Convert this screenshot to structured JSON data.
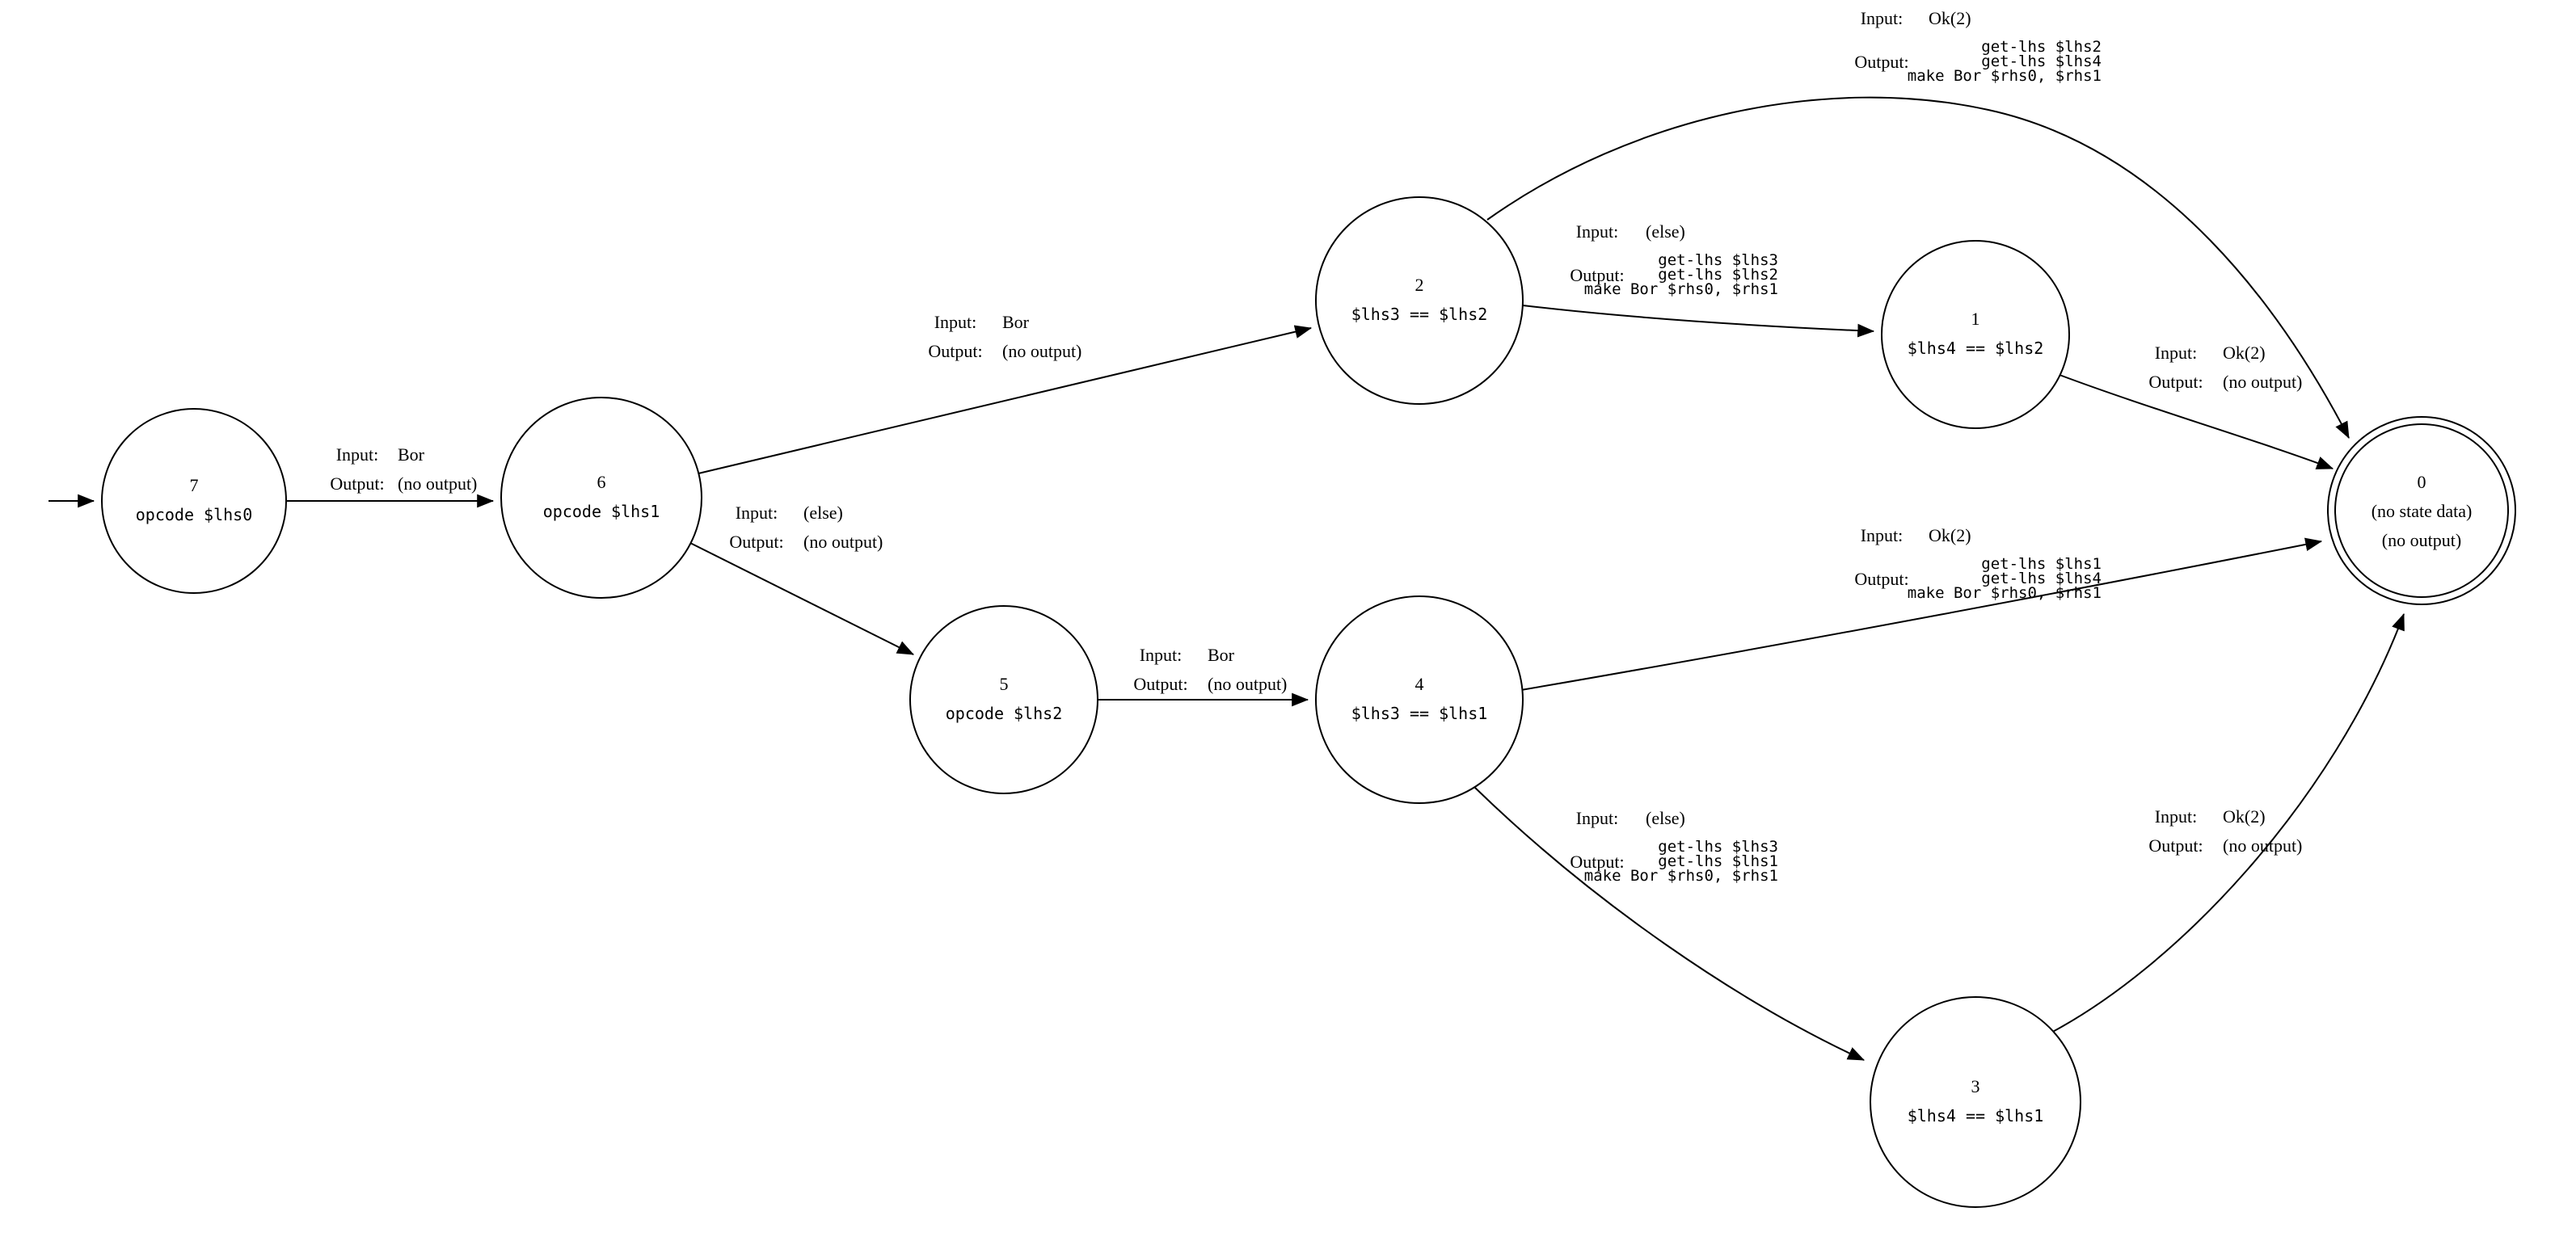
{
  "diagram": {
    "ui": {
      "input_label": "Input:",
      "output_label": "Output:"
    },
    "nodes": {
      "n7": {
        "num": "7",
        "code": "opcode $lhs0"
      },
      "n6": {
        "num": "6",
        "code": "opcode $lhs1"
      },
      "n5": {
        "num": "5",
        "code": "opcode $lhs2"
      },
      "n2": {
        "num": "2",
        "code": "$lhs3 == $lhs2"
      },
      "n1": {
        "num": "1",
        "code": "$lhs4 == $lhs2"
      },
      "n4": {
        "num": "4",
        "code": "$lhs3 == $lhs1"
      },
      "n3": {
        "num": "3",
        "code": "$lhs4 == $lhs1"
      },
      "n0": {
        "num": "0",
        "state_data": "(no state data)",
        "output": "(no output)"
      }
    },
    "edges": {
      "e7_6": {
        "from": "7",
        "to": "6",
        "input": "Bor",
        "output": [
          "(no output)"
        ]
      },
      "e6_2": {
        "from": "6",
        "to": "2",
        "input": "Bor",
        "output": [
          "(no output)"
        ]
      },
      "e6_5": {
        "from": "6",
        "to": "5",
        "input": "(else)",
        "output": [
          "(no output)"
        ]
      },
      "e2_0": {
        "from": "2",
        "to": "0",
        "input": "Ok(2)",
        "output": [
          "get-lhs $lhs2",
          "get-lhs $lhs4",
          "make Bor $rhs0, $rhs1"
        ]
      },
      "e2_1": {
        "from": "2",
        "to": "1",
        "input": "(else)",
        "output": [
          "get-lhs $lhs3",
          "get-lhs $lhs2",
          "make Bor $rhs0, $rhs1"
        ]
      },
      "e1_0": {
        "from": "1",
        "to": "0",
        "input": "Ok(2)",
        "output": [
          "(no output)"
        ]
      },
      "e5_4": {
        "from": "5",
        "to": "4",
        "input": "Bor",
        "output": [
          "(no output)"
        ]
      },
      "e4_0": {
        "from": "4",
        "to": "0",
        "input": "Ok(2)",
        "output": [
          "get-lhs $lhs1",
          "get-lhs $lhs4",
          "make Bor $rhs0, $rhs1"
        ]
      },
      "e4_3": {
        "from": "4",
        "to": "3",
        "input": "(else)",
        "output": [
          "get-lhs $lhs3",
          "get-lhs $lhs1",
          "make Bor $rhs0, $rhs1"
        ]
      },
      "e3_0": {
        "from": "3",
        "to": "0",
        "input": "Ok(2)",
        "output": [
          "(no output)"
        ]
      }
    }
  }
}
